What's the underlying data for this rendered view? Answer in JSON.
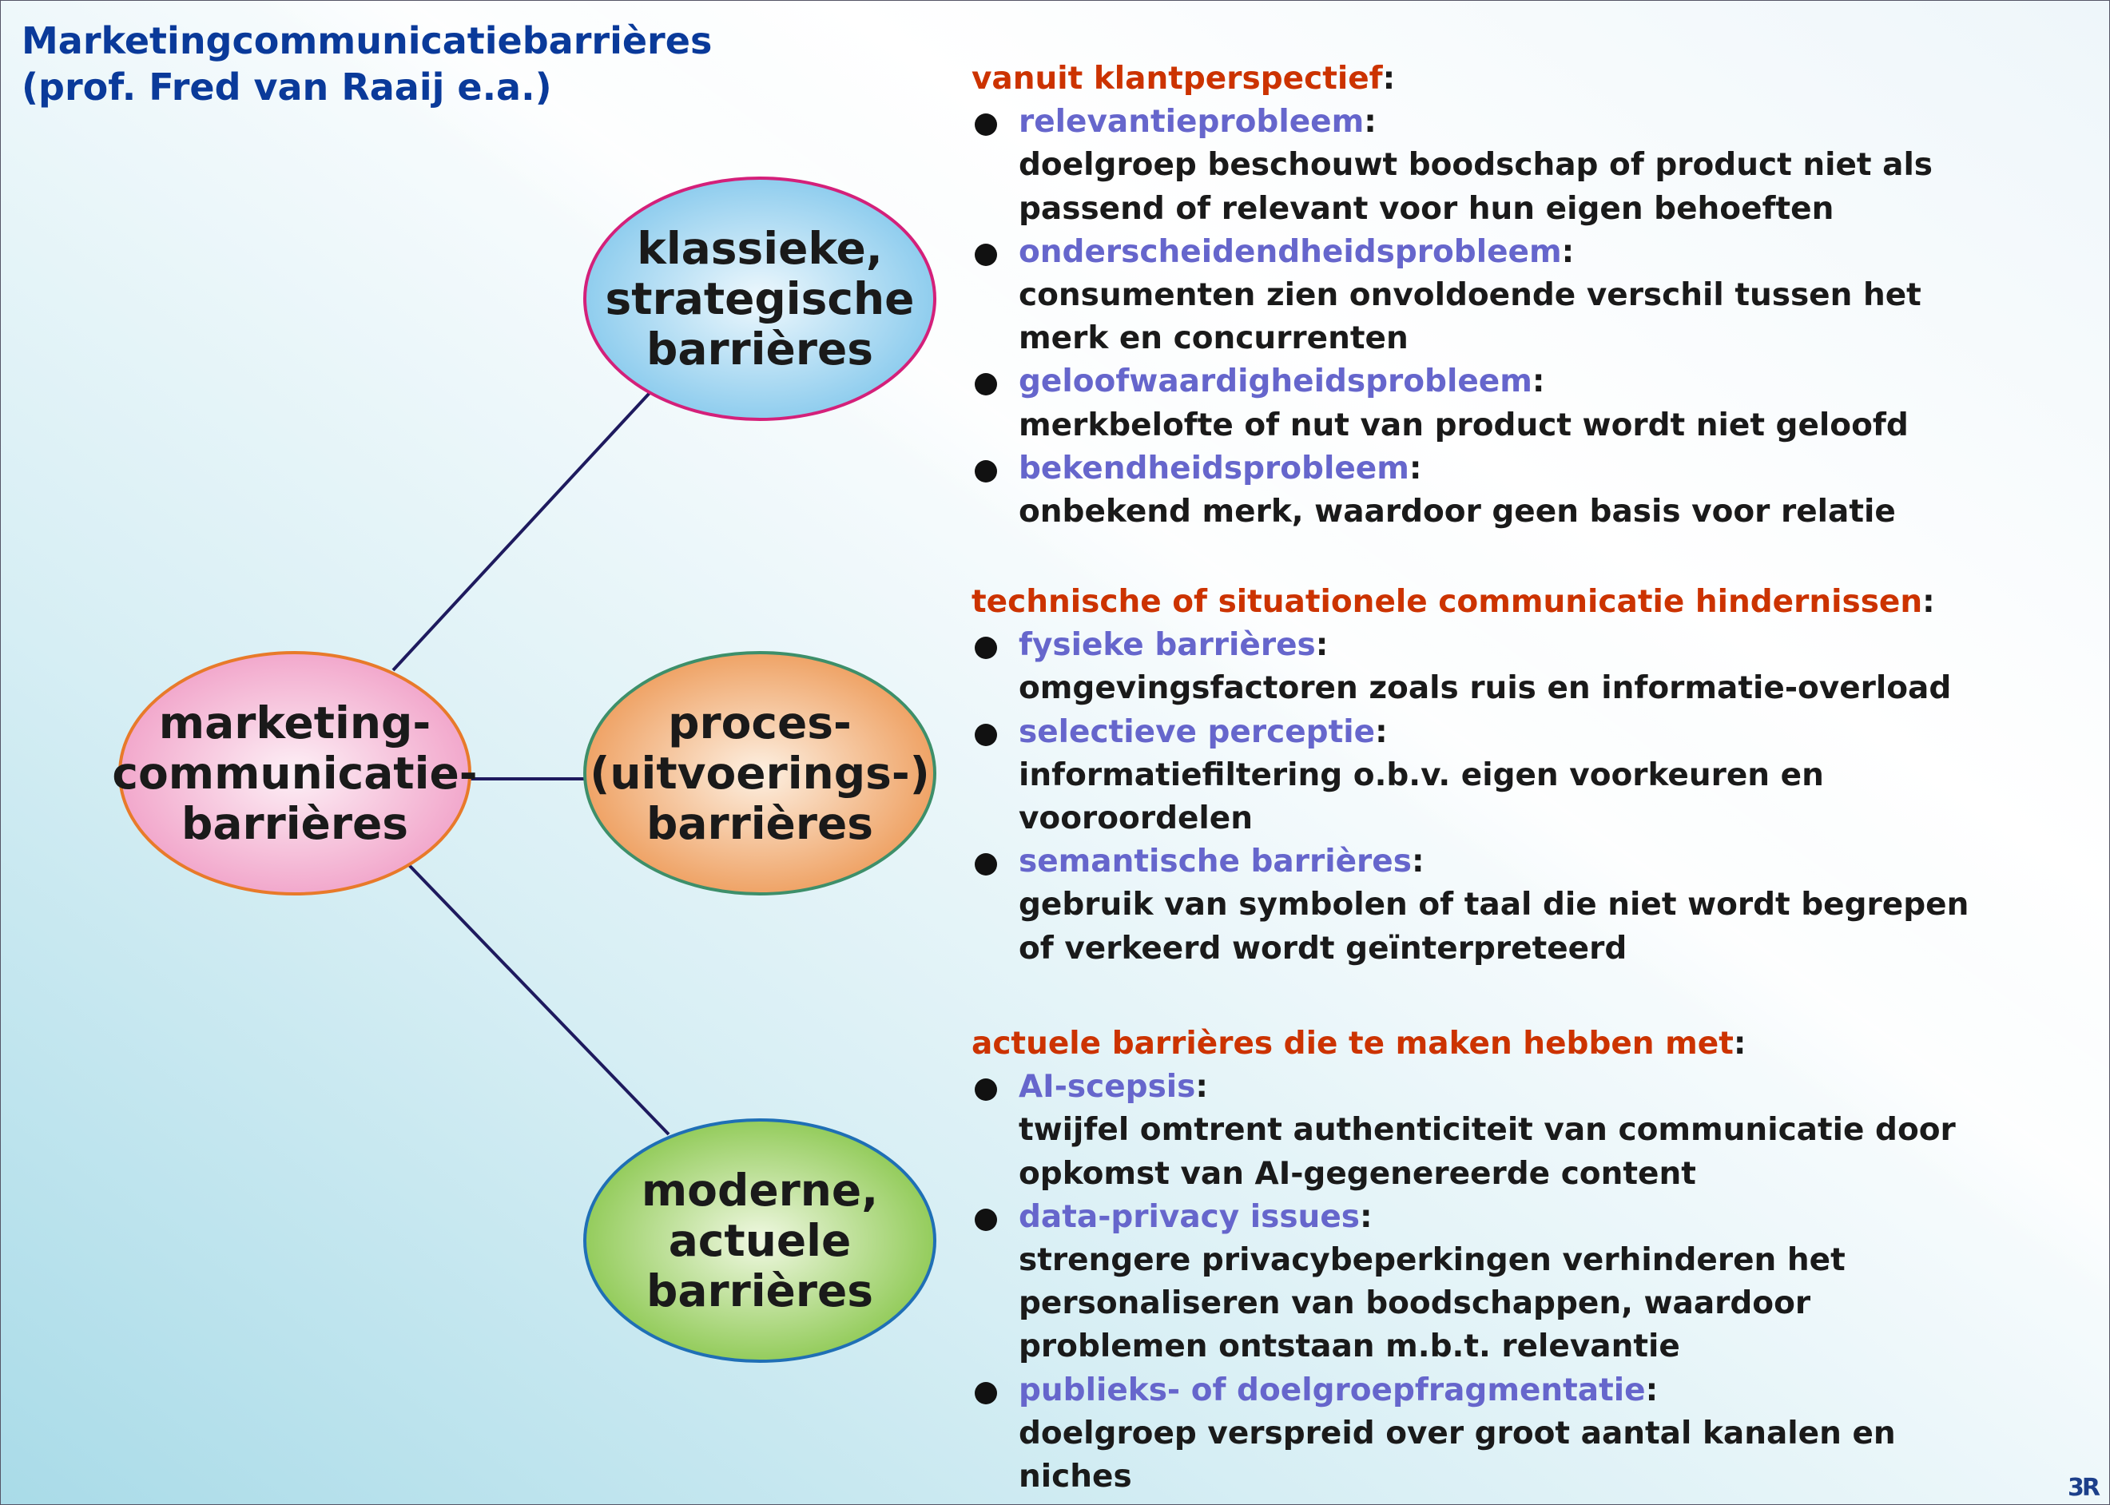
{
  "title": {
    "line1": "Marketingcommunicatiebarrières",
    "line2": "(prof. Fred van Raaij e.a.)"
  },
  "diagram": {
    "center": [
      "marketing-",
      "communicatie-",
      "barrières"
    ],
    "nodes": [
      {
        "lines": [
          "klassieke,",
          "strategische",
          "barrières"
        ],
        "fill": "#9fd6f2",
        "stroke": "#d4207a"
      },
      {
        "lines": [
          "proces-",
          "(uitvoerings-)",
          "barrières"
        ],
        "fill": "#f2b27a",
        "stroke": "#3d8f6a"
      },
      {
        "lines": [
          "moderne,",
          "actuele",
          "barrières"
        ],
        "fill": "#9fd16a",
        "stroke": "#1f6fb5"
      }
    ],
    "center_fill": "#f2a8cc",
    "center_stroke": "#e87a2a",
    "line_color": "#1e1a5e"
  },
  "sections": [
    {
      "heading": "vanuit klantperspectief",
      "items": [
        {
          "label": "relevantieprobleem",
          "lines": [
            "doelgroep beschouwt boodschap of product niet als",
            "passend of relevant voor hun eigen behoeften"
          ]
        },
        {
          "label": "onderscheidendheidsprobleem",
          "lines": [
            "consumenten zien onvoldoende verschil tussen het",
            "merk en concurrenten"
          ]
        },
        {
          "label": "geloofwaardigheidsprobleem",
          "lines": [
            "merkbelofte of nut van product wordt niet geloofd"
          ]
        },
        {
          "label": "bekendheidsprobleem",
          "lines": [
            "onbekend merk, waardoor geen basis voor relatie"
          ]
        }
      ]
    },
    {
      "heading": "technische of situationele communicatie hindernissen",
      "items": [
        {
          "label": "fysieke barrières",
          "lines": [
            "omgevingsfactoren zoals ruis en informatie-overload"
          ]
        },
        {
          "label": "selectieve perceptie",
          "lines": [
            "informatiefiltering o.b.v. eigen voorkeuren en",
            "vooroordelen"
          ]
        },
        {
          "label": "semantische barrières",
          "lines": [
            "gebruik van symbolen of taal die niet wordt begrepen",
            "of verkeerd wordt geïnterpreteerd"
          ]
        }
      ]
    },
    {
      "heading": "actuele barrières die te maken hebben met",
      "items": [
        {
          "label": "AI-scepsis",
          "lines": [
            "twijfel omtrent authenticiteit van communicatie door",
            "opkomst van AI-gegenereerde content"
          ]
        },
        {
          "label": "data-privacy issues",
          "lines": [
            "strengere privacybeperkingen verhinderen het",
            "personaliseren van boodschappen, waardoor",
            "problemen ontstaan m.b.t. relevantie"
          ]
        },
        {
          "label": "publieks- of doelgroepfragmentatie",
          "lines": [
            "doelgroep verspreid over groot aantal kanalen en",
            "niches"
          ]
        }
      ]
    }
  ],
  "colon": ":",
  "logo": "3R"
}
